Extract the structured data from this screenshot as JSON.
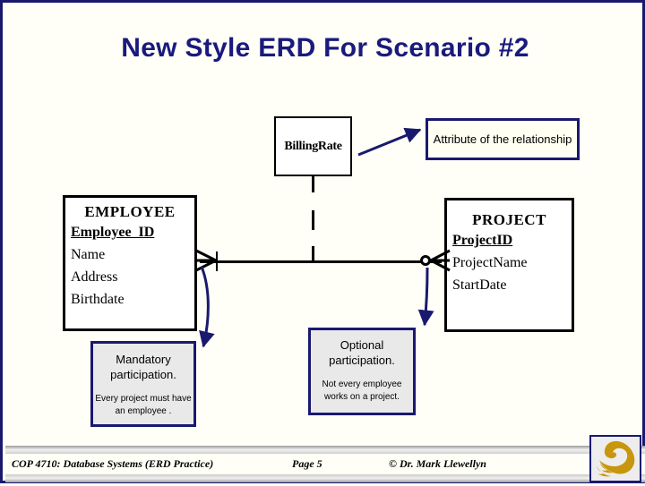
{
  "slide": {
    "title": "New Style ERD For Scenario #2",
    "border_color": "#191970",
    "background_color": "#FFFFF7",
    "title_color": "#1A1A7E"
  },
  "diagram": {
    "entities": [
      {
        "name": "EMPLOYEE",
        "attributes": [
          {
            "label": "Employee_ID",
            "primary_key": true
          },
          {
            "label": "Name",
            "primary_key": false
          },
          {
            "label": "Address",
            "primary_key": false
          },
          {
            "label": "Birthdate",
            "primary_key": false
          }
        ]
      },
      {
        "name": "PROJECT",
        "attributes": [
          {
            "label": "ProjectID",
            "primary_key": true
          },
          {
            "label": "ProjectName",
            "primary_key": false
          },
          {
            "label": "StartDate",
            "primary_key": false
          }
        ]
      }
    ],
    "relationship_attribute": {
      "label": "BillingRate"
    },
    "notation": {
      "left_end": "crows-foot-mandatory-many",
      "right_end": "crows-foot-optional-many"
    }
  },
  "callouts": [
    {
      "id": "attribute",
      "heading": "Attribute of the relationship",
      "detail": ""
    },
    {
      "id": "mandatory",
      "heading": "Mandatory participation.",
      "detail": "Every project must have an employee ."
    },
    {
      "id": "optional",
      "heading": "Optional participation.",
      "detail": "Not every employee works on a project."
    }
  ],
  "footer": {
    "course": "COP 4710: Database Systems  (ERD Practice)",
    "page": "Page 5",
    "copyright": "© Dr. Mark Llewellyn",
    "logo_name": "pegasus-logo",
    "logo_color": "#C8960C"
  }
}
